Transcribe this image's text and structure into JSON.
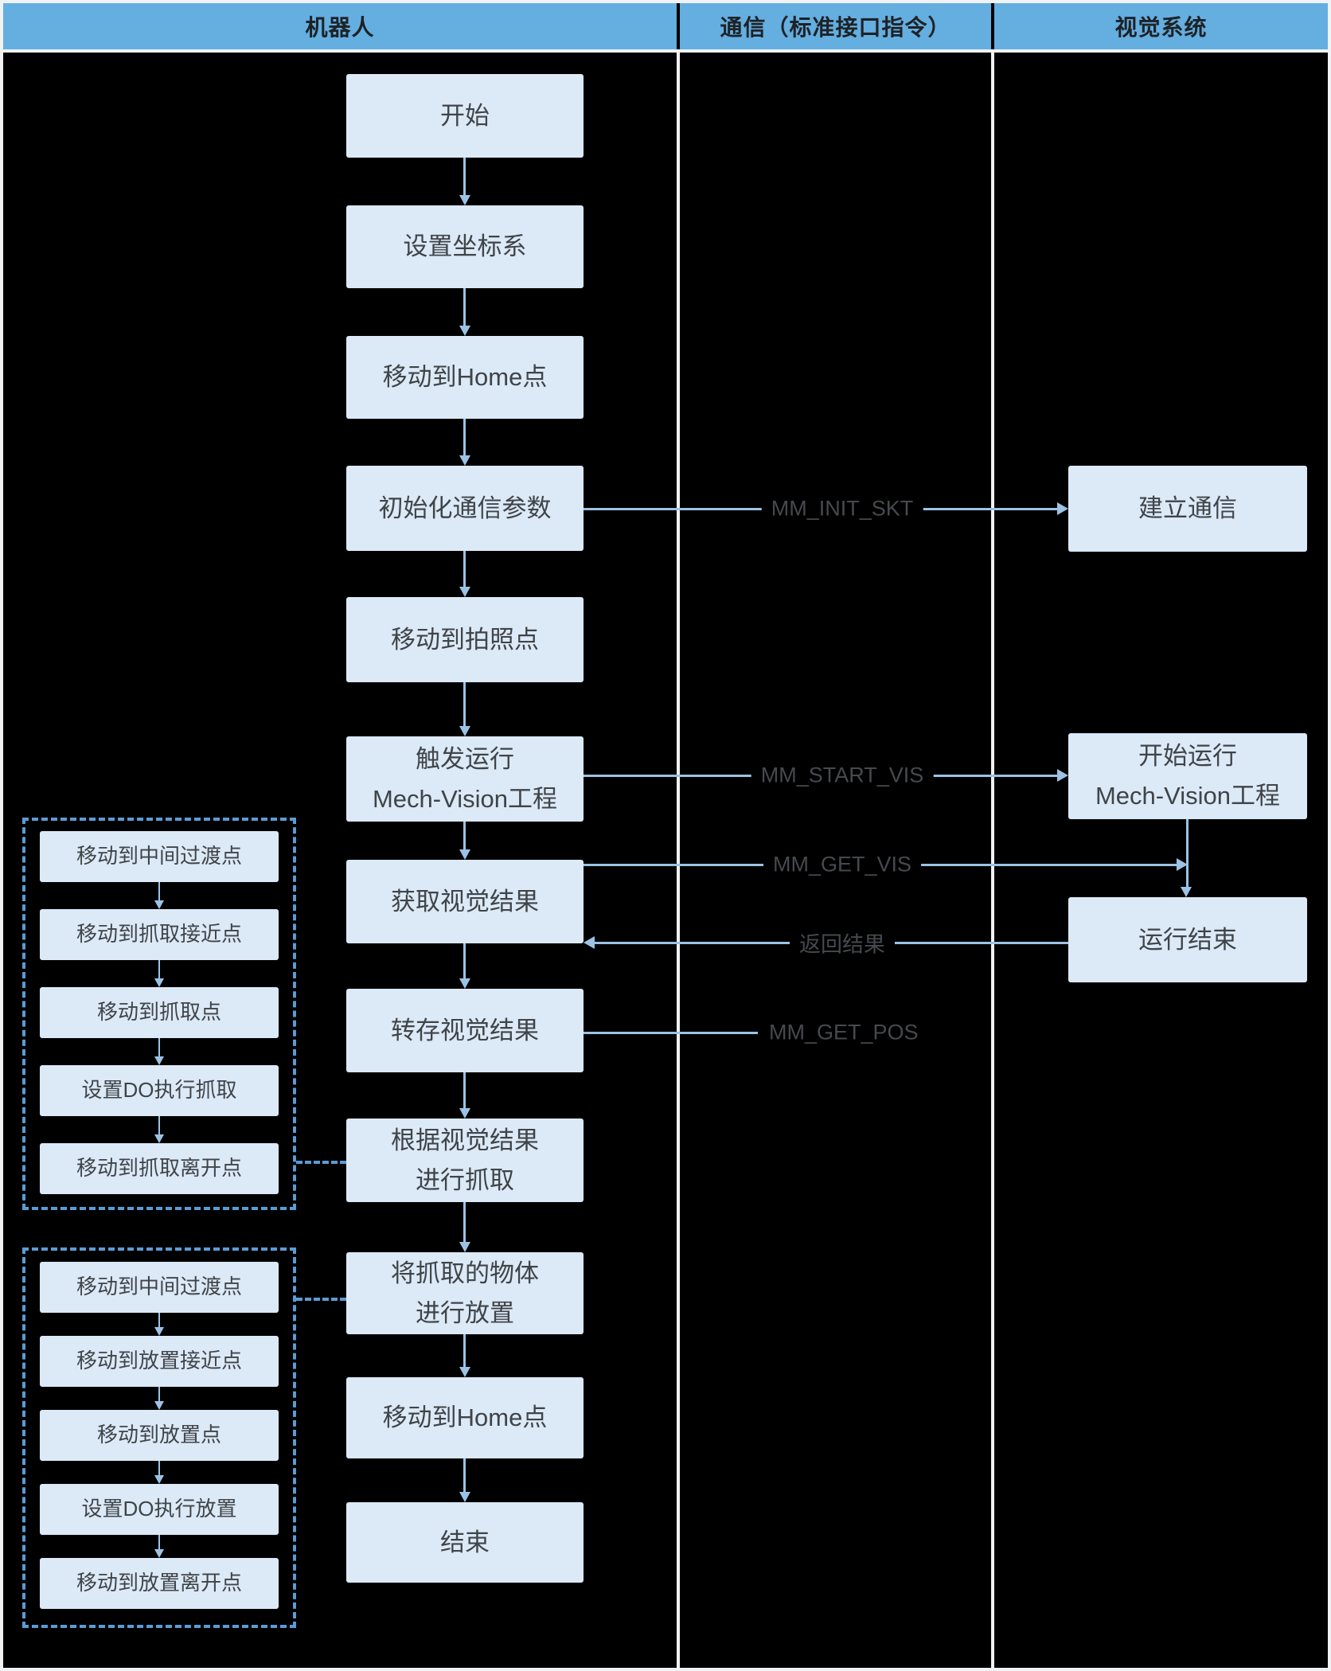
{
  "header": {
    "robot_lane": "机器人",
    "communication_lane": "通信（标准接口指令）",
    "vision_lane": "视觉系统"
  },
  "robot_flow": {
    "boxes": [
      {
        "label": "开始"
      },
      {
        "label": "设置坐标系"
      },
      {
        "label": "移动到Home点"
      },
      {
        "label": "初始化通信参数"
      },
      {
        "label": "移动到拍照点"
      },
      {
        "label": "触发运行\nMech-Vision工程"
      },
      {
        "label": "获取视觉结果"
      },
      {
        "label": "转存视觉结果"
      },
      {
        "label": "根据视觉结果\n进行抓取"
      },
      {
        "label": "将抓取的物体\n进行放置"
      },
      {
        "label": "移动到Home点"
      },
      {
        "label": "结束"
      }
    ]
  },
  "vision_flow": {
    "boxes": [
      {
        "label": "建立通信"
      },
      {
        "label": "开始运行\nMech-Vision工程"
      },
      {
        "label": "运行结束"
      }
    ]
  },
  "communication": {
    "labels": [
      {
        "label": "MM_INIT_SKT"
      },
      {
        "label": "MM_START_VIS"
      },
      {
        "label": "MM_GET_VIS"
      },
      {
        "label": "返回结果"
      },
      {
        "label": "MM_GET_POS"
      }
    ]
  },
  "pick_group": {
    "boxes": [
      {
        "label": "移动到中间过渡点"
      },
      {
        "label": "移动到抓取接近点"
      },
      {
        "label": "移动到抓取点"
      },
      {
        "label": "设置DO执行抓取"
      },
      {
        "label": "移动到抓取离开点"
      }
    ]
  },
  "place_group": {
    "boxes": [
      {
        "label": "移动到中间过渡点"
      },
      {
        "label": "移动到放置接近点"
      },
      {
        "label": "移动到放置点"
      },
      {
        "label": "设置DO执行放置"
      },
      {
        "label": "移动到放置离开点"
      }
    ]
  },
  "colors": {
    "header_bg": "#64AEE0",
    "box_bg": "#DCE9F7",
    "arrow": "#9CC3E5",
    "dashed_border": "#5B9BD5",
    "frame": "#F0F2F4",
    "text": "#3F4448",
    "background": "#000000"
  }
}
